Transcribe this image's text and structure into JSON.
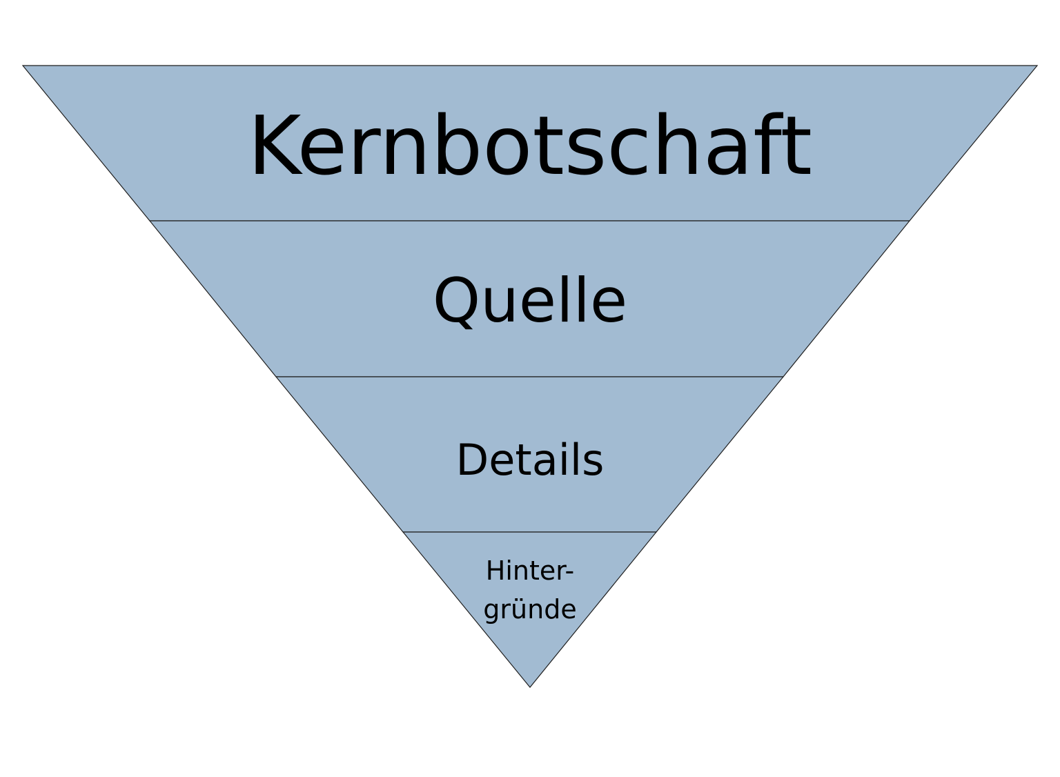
{
  "pyramid": {
    "fill_color": "#a2bbd2",
    "line_color": "#1f1f1f",
    "layers": [
      {
        "lines": [
          "Kernbotschaft"
        ]
      },
      {
        "lines": [
          "Quelle"
        ]
      },
      {
        "lines": [
          "Details"
        ]
      },
      {
        "lines": [
          "Hinter-",
          "gründe"
        ]
      }
    ]
  }
}
